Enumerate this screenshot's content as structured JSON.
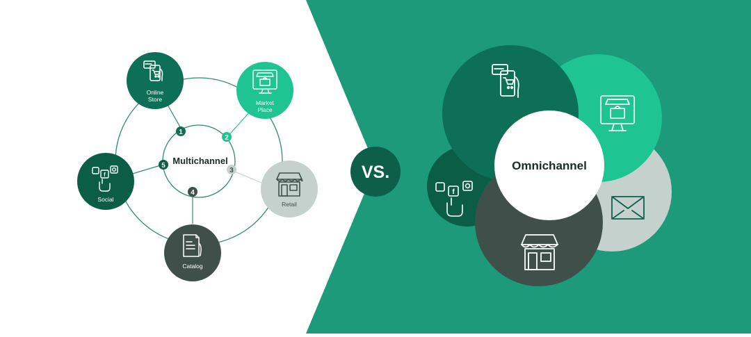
{
  "multichannel": {
    "title": "Multichannel",
    "channels": [
      {
        "id": "online-store",
        "label_lines": [
          "Online",
          "Store"
        ],
        "number": "1",
        "icon": "cart-card-icon"
      },
      {
        "id": "market-place",
        "label_lines": [
          "Market",
          "Place"
        ],
        "number": "2",
        "icon": "storefront-screen-icon"
      },
      {
        "id": "retail",
        "label_lines": [
          "Retail"
        ],
        "number": "3",
        "icon": "storefront-icon"
      },
      {
        "id": "catalog",
        "label_lines": [
          "Catalog"
        ],
        "number": "4",
        "icon": "catalog-icon"
      },
      {
        "id": "social",
        "label_lines": [
          "Social"
        ],
        "number": "5",
        "icon": "social-hand-icon"
      }
    ]
  },
  "versus": {
    "label": "VS."
  },
  "omnichannel": {
    "title": "Omnichannel",
    "icons": [
      "cart-card-icon",
      "storefront-screen-icon",
      "email-icon",
      "storefront-icon",
      "social-hand-icon"
    ]
  },
  "colors": {
    "teal_bg": "#1d9a7a",
    "dark_green": "#0d6f55",
    "mint": "#1fc493",
    "light_gray": "#c4d1cc",
    "slate": "#3f504a",
    "deep_green": "#0b5d46",
    "line": "#2f8a70"
  }
}
